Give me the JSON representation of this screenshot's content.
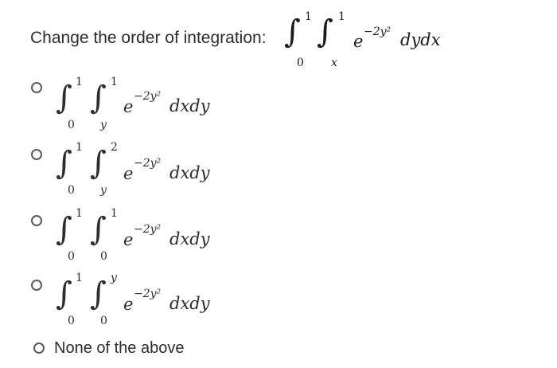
{
  "question": {
    "prompt": "Change the order of integration:",
    "integral": {
      "outer_upper": "1",
      "outer_lower": "0",
      "inner_upper": "1",
      "inner_lower": "x",
      "base": "e",
      "exponent": "−2y²",
      "differential": "dydx"
    }
  },
  "options": [
    {
      "outer_upper": "1",
      "outer_lower": "0",
      "inner_upper": "1",
      "inner_lower": "y",
      "base": "e",
      "exponent": "−2y²",
      "differential": "dxdy"
    },
    {
      "outer_upper": "1",
      "outer_lower": "0",
      "inner_upper": "2",
      "inner_lower": "y",
      "base": "e",
      "exponent": "−2y²",
      "differential": "dxdy"
    },
    {
      "outer_upper": "1",
      "outer_lower": "0",
      "inner_upper": "1",
      "inner_lower": "0",
      "base": "e",
      "exponent": "−2y²",
      "differential": "dxdy"
    },
    {
      "outer_upper": "1",
      "outer_lower": "0",
      "inner_upper": "y",
      "inner_lower": "0",
      "base": "e",
      "exponent": "−2y²",
      "differential": "dxdy"
    }
  ],
  "none_option": {
    "label": "None of the above"
  }
}
